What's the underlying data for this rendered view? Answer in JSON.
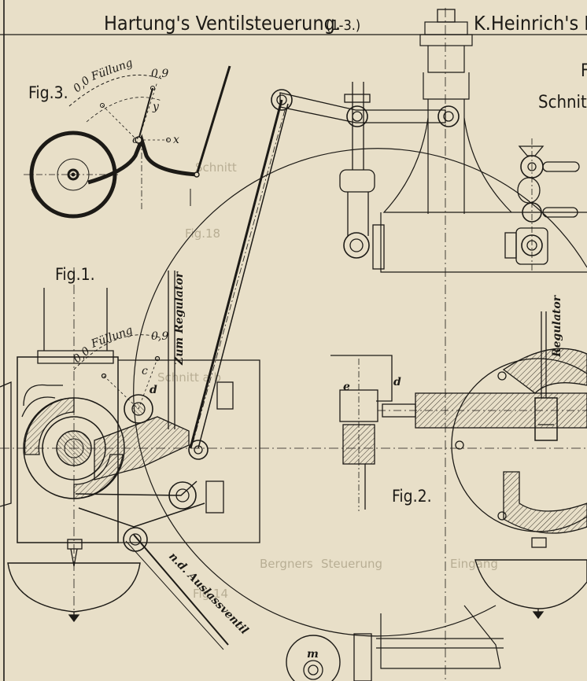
{
  "plate": {
    "title_left": "Hartung's Ventilsteuerung.",
    "title_left_range": "(1-3.)",
    "title_right": "K.Heinrich's D",
    "right_line1": "F",
    "right_line2": "Schnit"
  },
  "fig3": {
    "label": "Fig.3.",
    "fuellung": "Füllung",
    "mark_0": "0,0",
    "mark_9": "0,9",
    "point_c": "c",
    "point_y": "y",
    "point_x": "x"
  },
  "fig1": {
    "label": "Fig.1.",
    "fuellung": "Füllung",
    "mark_0": "0,0",
    "mark_9": "0,9",
    "zum_regulator": "Zum Regulator",
    "point_c": "c",
    "point_d": "d",
    "n_d_auslassventil": "n.d. Auslassventil"
  },
  "fig2": {
    "label": "Fig.2.",
    "regulator": "Regulator",
    "point_e": "e",
    "point_d": "d",
    "point_m": "m"
  },
  "showthrough": {
    "text1": "Schnitt",
    "text2": "Fig.18",
    "text3": "Schnitt a b",
    "text4": "Steuerung",
    "text5": "Bergners",
    "text6": "Fig.14",
    "text7": "Eingang"
  },
  "colors": {
    "paper": "#e8dfc8",
    "ink": "#1c1a16",
    "hatch": "#3a352c",
    "ghost": "#b3a98f"
  }
}
